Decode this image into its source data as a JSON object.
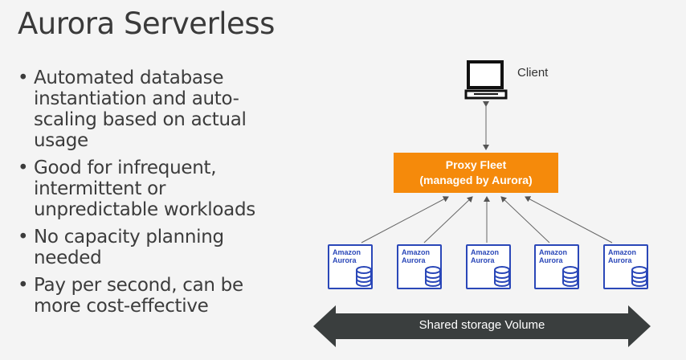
{
  "slide": {
    "title": "Aurora Serverless",
    "bullets": [
      "Automated database instantiation and auto-scaling based on actual usage",
      "Good for infrequent, intermittent or unpredictable workloads",
      "No capacity planning needed",
      "Pay per second, can be more cost-effective"
    ]
  },
  "diagram": {
    "client_label": "Client",
    "proxy_line1": "Proxy Fleet",
    "proxy_line2": "(managed by Aurora)",
    "db_label_line1": "Amazon",
    "db_label_line2": "Aurora",
    "storage_label": "Shared storage Volume",
    "colors": {
      "proxy": "#f58a0b",
      "db": "#2a47b8",
      "storage": "#3a3e3e"
    }
  }
}
